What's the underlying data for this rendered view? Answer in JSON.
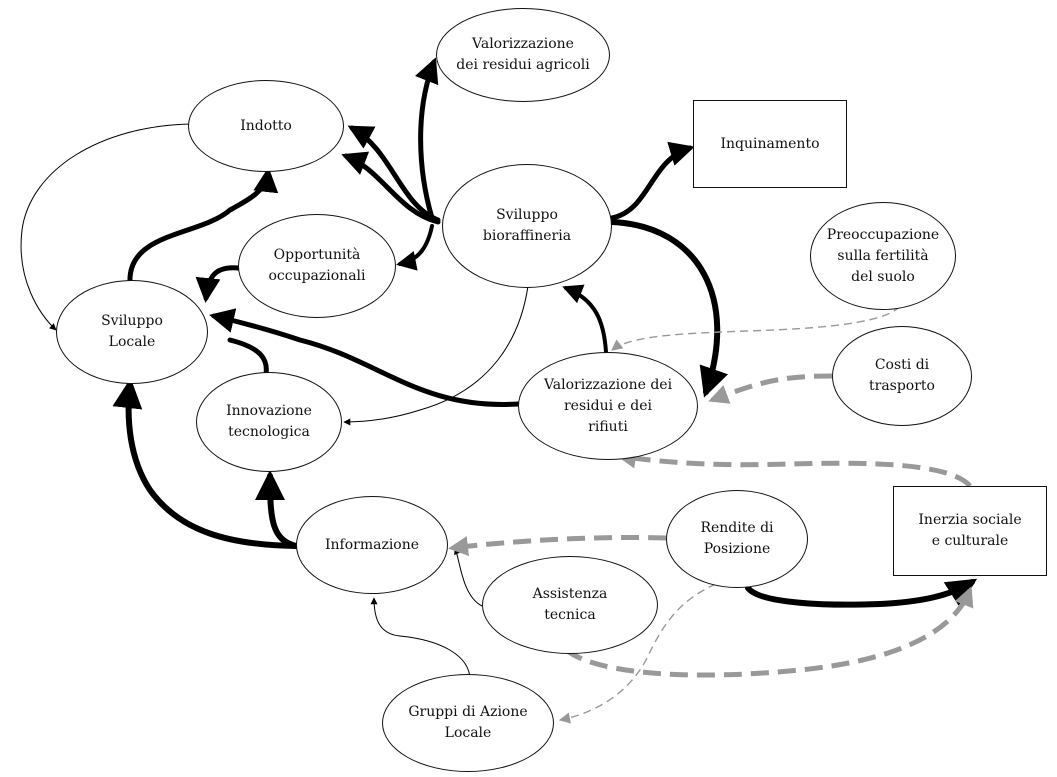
{
  "nodes": {
    "valorizzazione_residui_agricoli": "Valorizzazione\ndei residui agricoli",
    "indotto": "Indotto",
    "inquinamento": "Inquinamento",
    "sviluppo_bioraffineria": "Sviluppo\nbioraffineria",
    "opportunita_occupazionali": "Opportunità\noccupazionali",
    "preoccupazione_fertilita": "Preoccupazione\nsulla fertilità\ndel suolo",
    "sviluppo_locale": "Sviluppo\nLocale",
    "costi_trasporto": "Costi di\ntrasporto",
    "valorizzazione_residui_rifiuti": "Valorizzazione dei\nresidui e dei\nrifiuti",
    "innovazione_tecnologica": "Innovazione\ntecnologica",
    "rendite_posizione": "Rendite di\nPosizione",
    "inerzia_sociale": "Inerzia sociale\ne culturale",
    "informazione": "Informazione",
    "assistenza_tecnica": "Assistenza\ntecnica",
    "gruppi_azione_locale": "Gruppi di Azione\nLocale"
  },
  "colors": {
    "strong_link": "#000000",
    "weak_link": "#000000",
    "dashed_link": "#999999",
    "node_border": "#111111"
  }
}
